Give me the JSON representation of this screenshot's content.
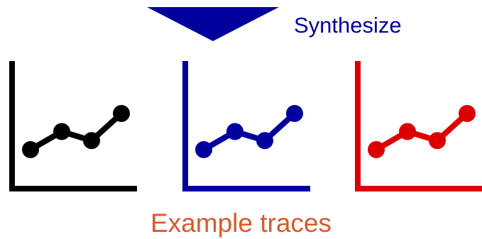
{
  "synthesize": {
    "label": "Synthesize",
    "color": "#00009c"
  },
  "caption": {
    "text": "Example traces",
    "color": "#d95a2b"
  },
  "charts": [
    {
      "name": "black",
      "color": "#000000",
      "values": [
        1,
        2,
        1.5,
        3
      ]
    },
    {
      "name": "blue",
      "color": "#00009c",
      "values": [
        1,
        2,
        1.5,
        3
      ]
    },
    {
      "name": "red",
      "color": "#dd0000",
      "values": [
        1,
        2,
        1.5,
        3
      ]
    }
  ],
  "icons": {
    "arrow": "down-triangle-arrow-icon",
    "chart": "line-chart-icon"
  }
}
